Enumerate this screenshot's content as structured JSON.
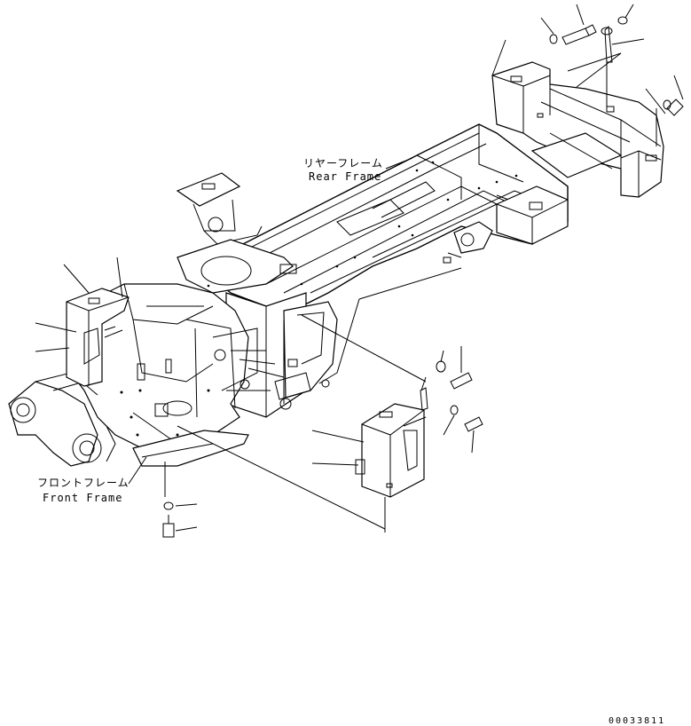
{
  "labels": {
    "rear_frame_jp": "リヤーフレーム",
    "rear_frame_en": "Rear Frame",
    "front_frame_jp": "フロントフレーム",
    "front_frame_en": "Front Frame"
  },
  "drawing_number": "00033811"
}
